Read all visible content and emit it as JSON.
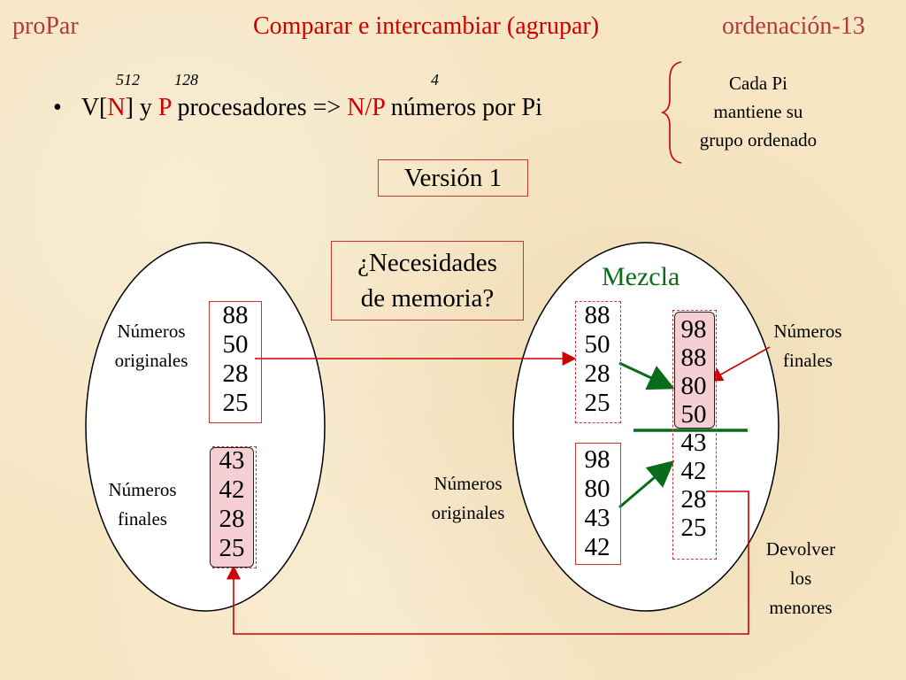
{
  "header": {
    "left": "proPar",
    "center": "Comparar e intercambiar (agrupar)",
    "right": "ordenación-13"
  },
  "numbers_above": {
    "n": "512",
    "p": "128",
    "np": "4"
  },
  "bullet": {
    "symbol": "•",
    "v": "V[",
    "n": "N",
    "close": "] y ",
    "p": "P",
    "procesadores": " procesadores => ",
    "np": "N/P",
    "rest": " números por Pi"
  },
  "note": {
    "line1": "Cada Pi",
    "line2": "mantiene su",
    "line3": "grupo ordenado"
  },
  "version": "Versión 1",
  "question": {
    "line1": "¿Necesidades",
    "line2": "de memoria?"
  },
  "mezcla": "Mezcla",
  "left_proc": {
    "label_originales": {
      "line1": "Números",
      "line2": "originales"
    },
    "originales": [
      "88",
      "50",
      "28",
      "25"
    ],
    "label_finales": {
      "line1": "Números",
      "line2": "finales"
    },
    "finales": [
      "43",
      "42",
      "28",
      "25"
    ]
  },
  "right_proc": {
    "received": [
      "88",
      "50",
      "28",
      "25"
    ],
    "originales": [
      "98",
      "80",
      "43",
      "42"
    ],
    "label_originales": {
      "line1": "Números",
      "line2": "originales"
    },
    "merged": [
      "98",
      "88",
      "80",
      "50",
      "43",
      "42",
      "28",
      "25"
    ],
    "label_finales": {
      "line1": "Números",
      "line2": "finales"
    },
    "label_devolver": {
      "line1": "Devolver",
      "line2": "los",
      "line3": "menores"
    }
  },
  "colors": {
    "red": "#cc0000",
    "green": "#0a6b1a",
    "pink": "#f5cfd3",
    "background": "#f6e6c4"
  }
}
